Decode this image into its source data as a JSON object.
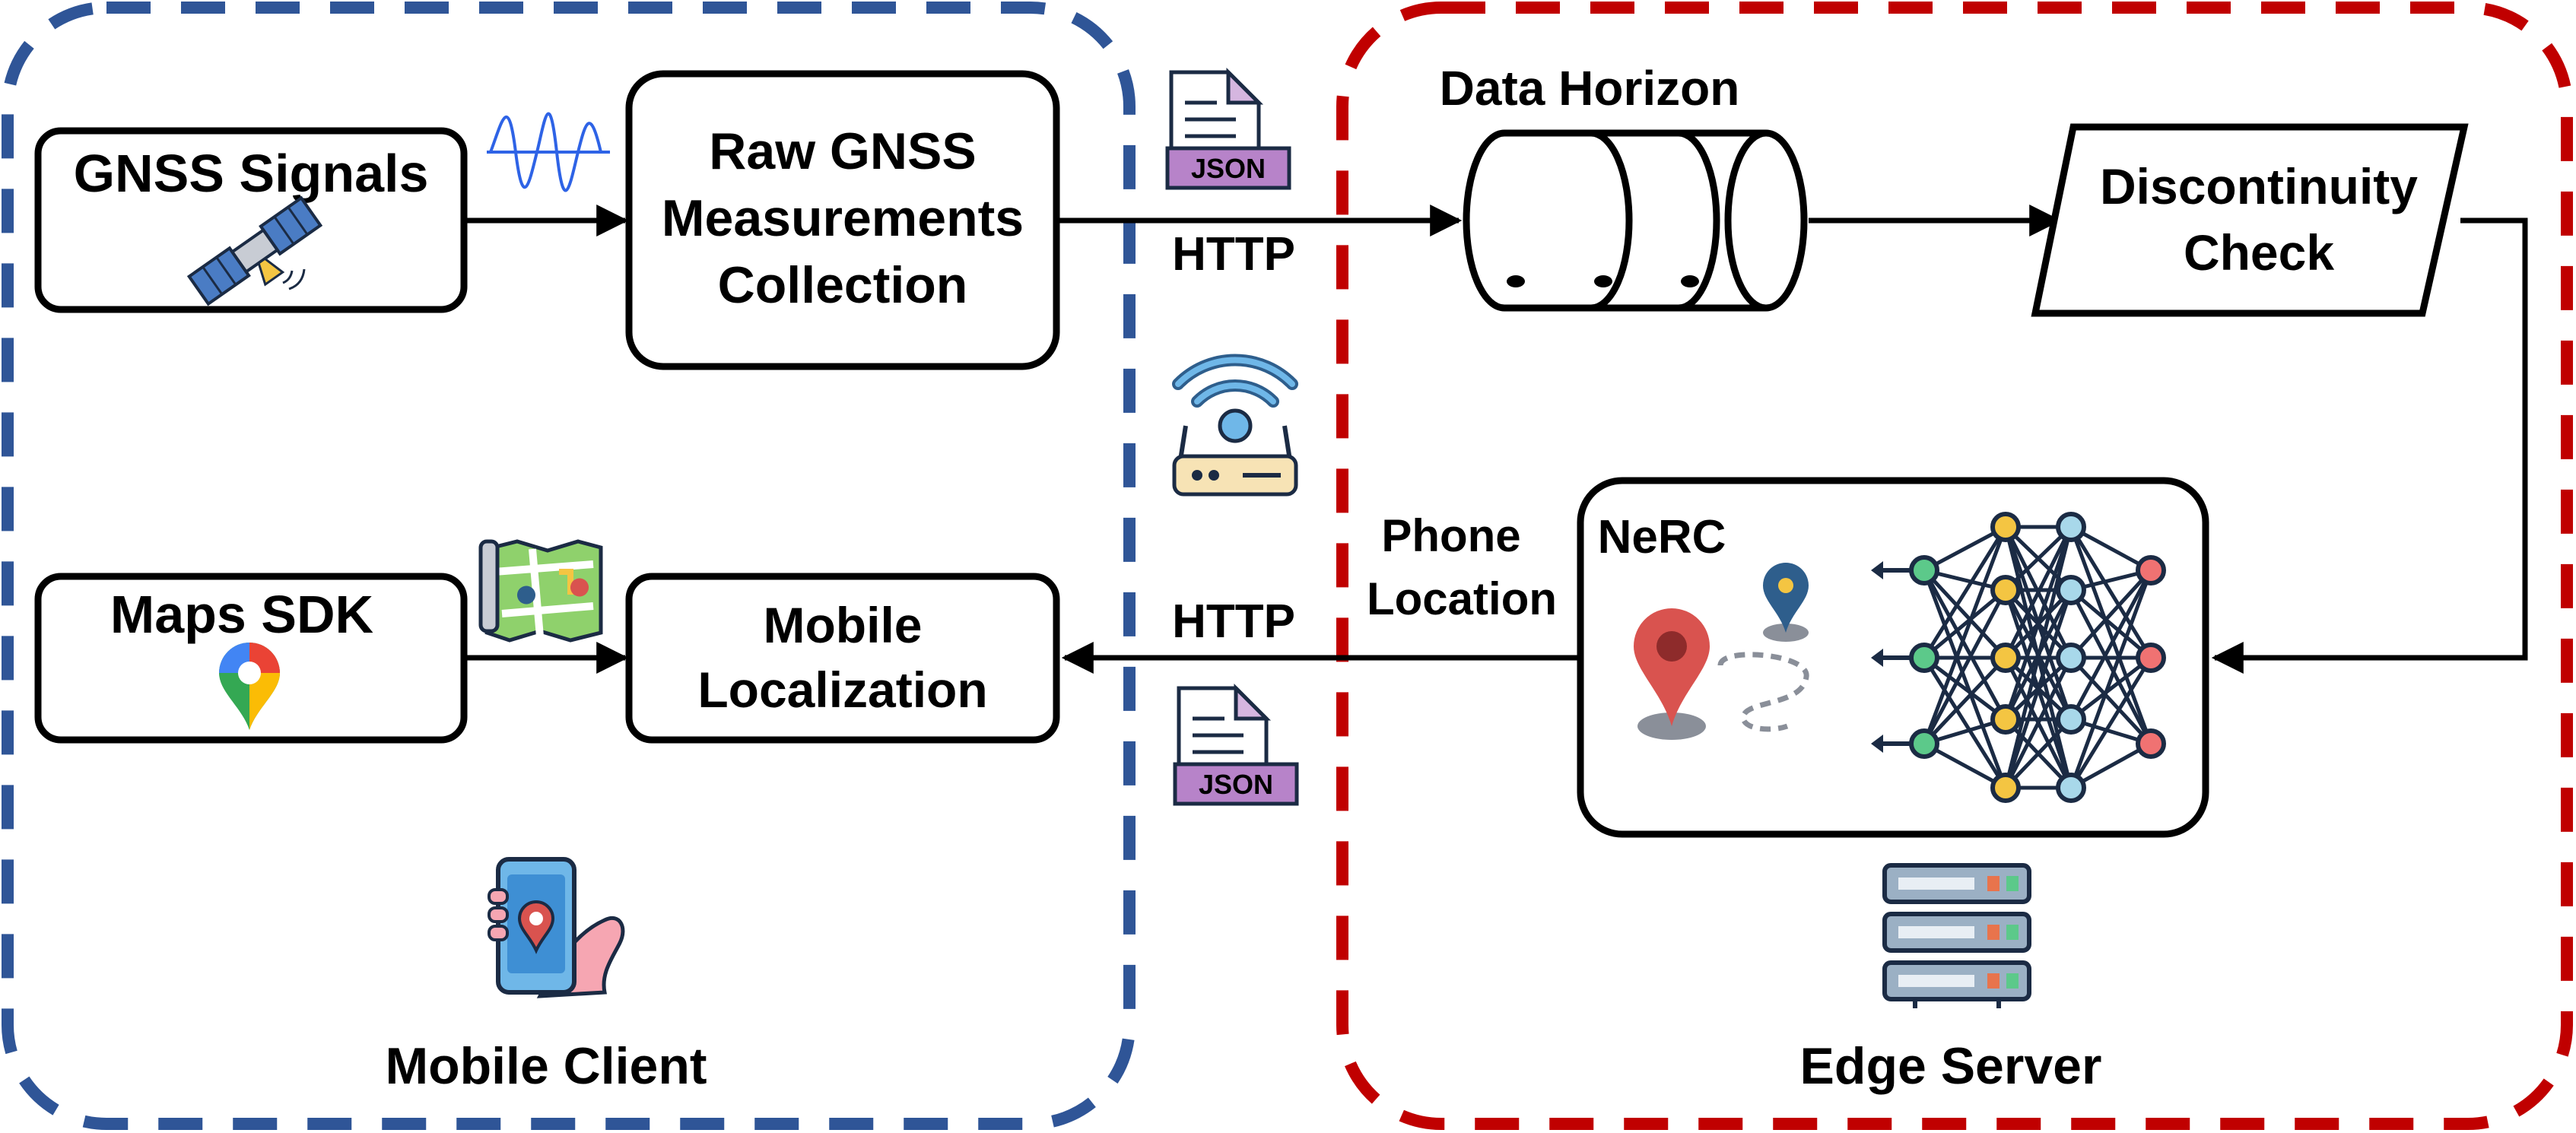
{
  "colors": {
    "mobile_border": "#2F5597",
    "edge_border": "#C00000",
    "line": "#000000",
    "wave": "#2E63E6",
    "json_purple": "#B783C9",
    "marker_red": "#D9534F",
    "marker_blue": "#2E5E8C",
    "node_green": "#5CC98A",
    "node_yellow": "#F4C542",
    "node_blue": "#A8D8EA",
    "node_red": "#F07272"
  },
  "regions": {
    "mobile_client": "Mobile Client",
    "edge_server": "Edge Server"
  },
  "nodes": {
    "gnss_signals": "GNSS Signals",
    "raw_gnss_1": "Raw GNSS",
    "raw_gnss_2": "Measurements",
    "raw_gnss_3": "Collection",
    "data_horizon": "Data Horizon",
    "discontinuity_1": "Discontinuity",
    "discontinuity_2": "Check",
    "maps_sdk": "Maps SDK",
    "mobile_loc_1": "Mobile",
    "mobile_loc_2": "Localization",
    "nerc": "NeRC"
  },
  "edges": {
    "http_top": "HTTP",
    "http_bottom": "HTTP",
    "phone_location_1": "Phone",
    "phone_location_2": "Location"
  },
  "badges": {
    "json_label": "JSON"
  },
  "icons": {
    "satellite": "satellite-icon",
    "signal_wave": "signal-wave-icon",
    "json_file": "json-file-icon",
    "wifi_router": "wifi-router-icon",
    "map": "map-icon",
    "google_maps_pin": "google-maps-pin-icon",
    "phone_hand": "phone-location-icon",
    "server_rack": "server-rack-icon",
    "neural_network": "neural-network-icon",
    "location_markers": "location-markers-icon"
  }
}
